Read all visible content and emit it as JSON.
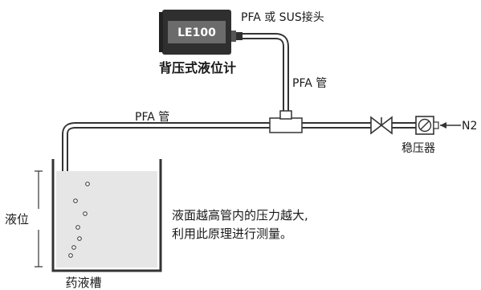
{
  "device": {
    "display": "LE100",
    "name": "背压式液位计",
    "connector_label": "PFA 或 SUS接头"
  },
  "labels": {
    "pipe_vertical": "PFA 管",
    "pipe_horizontal": "PFA 管",
    "n2": "N2",
    "regulator": "稳压器",
    "level": "液位",
    "tank": "药液槽",
    "principle_line1": "液面越高管内的压力越大,",
    "principle_line2": "利用此原理进行测量。"
  },
  "colors": {
    "device_body": "#2f2f2f",
    "device_display": "#6b6b6b",
    "liquid": "#e6e6e6",
    "pipe_outline": "#333333"
  }
}
